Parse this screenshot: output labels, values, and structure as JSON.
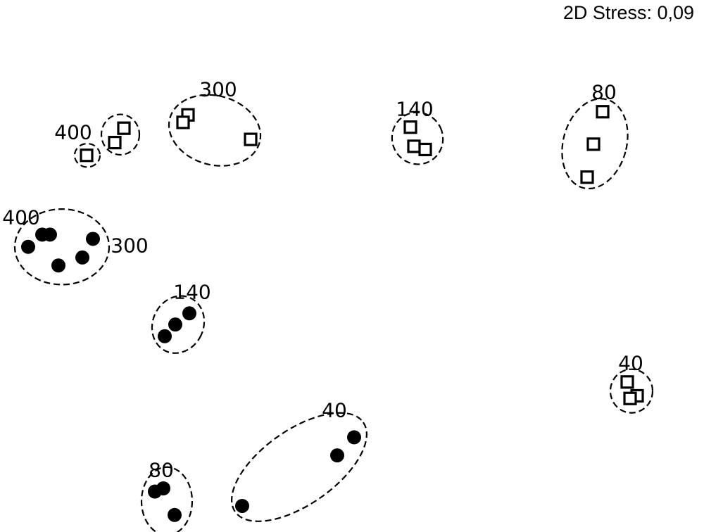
{
  "chart_data": {
    "type": "scatter",
    "stress_label": "2D Stress: 0,09",
    "xlim": [
      0,
      100
    ],
    "ylim": [
      0,
      100
    ],
    "grid": false,
    "axes_visible": false,
    "colors": {
      "ink": "#000000",
      "background": "#ffffff"
    },
    "series": [
      {
        "marker": "open-square",
        "color": "#000000",
        "groups": [
          {
            "label": "400",
            "points": [
              [
                12.3,
                70.8
              ]
            ],
            "hull": {
              "cx": 12.4,
              "cy": 70.8,
              "rx": 1.8,
              "ry": 2.2,
              "rot": 0
            }
          },
          {
            "label": "",
            "points": [
              [
                16.3,
                73.2
              ],
              [
                17.6,
                75.9
              ]
            ],
            "hull": {
              "cx": 17.1,
              "cy": 74.7,
              "rx": 2.7,
              "ry": 3.8,
              "rot": 0
            }
          },
          {
            "label": "300",
            "points": [
              [
                26.7,
                78.4
              ],
              [
                26.0,
                77.0
              ],
              [
                35.6,
                73.8
              ]
            ],
            "hull": {
              "cx": 30.5,
              "cy": 75.5,
              "rx": 6.6,
              "ry": 6.5,
              "rot": 15
            }
          },
          {
            "label": "140",
            "points": [
              [
                58.3,
                76.1
              ],
              [
                58.8,
                72.5
              ],
              [
                60.4,
                71.9
              ]
            ],
            "hull": {
              "cx": 59.3,
              "cy": 74.0,
              "rx": 3.6,
              "ry": 4.9,
              "rot": -25
            }
          },
          {
            "label": "80",
            "points": [
              [
                85.6,
                79.0
              ],
              [
                84.3,
                72.9
              ],
              [
                83.4,
                66.7
              ]
            ],
            "hull": {
              "cx": 84.5,
              "cy": 73.0,
              "rx": 4.5,
              "ry": 8.6,
              "rot": 15
            }
          },
          {
            "label": "40",
            "points": [
              [
                89.1,
                28.2
              ],
              [
                90.5,
                25.6
              ],
              [
                89.5,
                25.1
              ]
            ],
            "hull": {
              "cx": 89.7,
              "cy": 26.5,
              "rx": 3.0,
              "ry": 4.1,
              "rot": 0
            }
          }
        ]
      },
      {
        "marker": "filled-circle",
        "color": "#000000",
        "groups": [
          {
            "label": "400",
            "points": [
              [
                6.0,
                55.9
              ],
              [
                7.1,
                55.9
              ],
              [
                4.0,
                53.6
              ],
              [
                8.3,
                50.1
              ],
              [
                11.7,
                51.6
              ],
              [
                13.2,
                55.1
              ]
            ],
            "hull": {
              "cx": 8.8,
              "cy": 53.6,
              "rx": 6.7,
              "ry": 7.1,
              "rot": 0
            }
          },
          {
            "label": "300",
            "points": [],
            "hull": null
          },
          {
            "label": "140",
            "points": [
              [
                26.9,
                41.1
              ],
              [
                24.9,
                39.0
              ],
              [
                23.4,
                36.8
              ]
            ],
            "hull": {
              "cx": 25.3,
              "cy": 39.0,
              "rx": 3.6,
              "ry": 5.5,
              "rot": 25
            }
          },
          {
            "label": "40",
            "points": [
              [
                50.3,
                17.8
              ],
              [
                47.9,
                14.4
              ],
              [
                34.4,
                4.9
              ]
            ],
            "hull": {
              "cx": 42.5,
              "cy": 12.2,
              "rx": 11.1,
              "ry": 7.0,
              "rot": -35
            }
          },
          {
            "label": "80",
            "points": [
              [
                23.2,
                8.2
              ],
              [
                22.0,
                7.6
              ],
              [
                24.8,
                3.2
              ]
            ],
            "hull": {
              "cx": 23.7,
              "cy": 5.8,
              "rx": 3.6,
              "ry": 6.4,
              "rot": 0
            }
          }
        ]
      }
    ]
  }
}
